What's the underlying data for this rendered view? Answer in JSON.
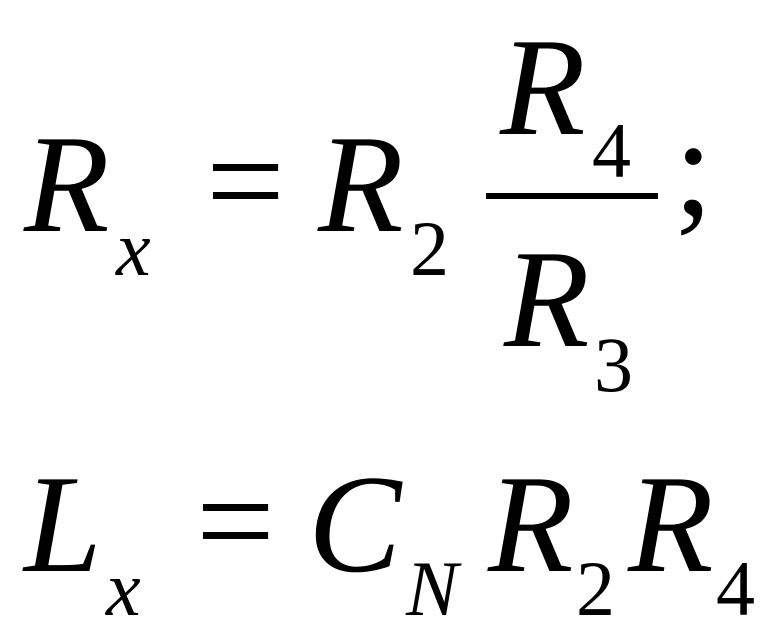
{
  "equation_1": {
    "lhs_symbol": "R",
    "lhs_subscript": "x",
    "equals": "=",
    "factor_symbol": "R",
    "factor_subscript": "2",
    "numerator_symbol": "R",
    "numerator_subscript": "4",
    "denominator_symbol": "R",
    "denominator_subscript": "3",
    "terminator": ";"
  },
  "equation_2": {
    "lhs_symbol": "L",
    "lhs_subscript": "x",
    "equals": "=",
    "term1_symbol": "C",
    "term1_subscript": "N",
    "term2_symbol": "R",
    "term2_subscript": "2",
    "term3_symbol": "R",
    "term3_subscript": "4"
  }
}
